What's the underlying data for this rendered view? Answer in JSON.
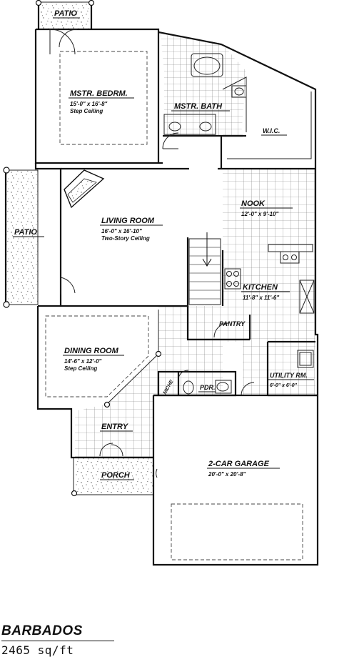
{
  "plan": {
    "name": "BARBADOS",
    "area": "2465 sq/ft"
  },
  "rooms": {
    "patio_top": {
      "label": "PATIO"
    },
    "master_bedroom": {
      "label": "MSTR. BEDRM.",
      "dims": "15'-0\" x 16'-8\"",
      "note": "Step Ceiling"
    },
    "master_bath": {
      "label": "MSTR. BATH"
    },
    "wic": {
      "label": "W.I.C."
    },
    "patio_left": {
      "label": "PATIO"
    },
    "living_room": {
      "label": "LIVING ROOM",
      "dims": "16'-0\" x 16'-10\"",
      "note": "Two-Story Ceiling"
    },
    "nook": {
      "label": "NOOK",
      "dims": "12'-0\" x 9'-10\""
    },
    "kitchen": {
      "label": "KITCHEN",
      "dims": "11'-8\" x 11'-6\""
    },
    "pantry": {
      "label": "PANTRY"
    },
    "dining_room": {
      "label": "DINING ROOM",
      "dims": "14'-6\" x 12'-0\"",
      "note": "Step Ceiling"
    },
    "niche": {
      "label": "NICHE"
    },
    "powder": {
      "label": "PDR."
    },
    "utility": {
      "label": "UTILITY RM.",
      "dims": "6'-0\" x 6'-0\""
    },
    "entry": {
      "label": "ENTRY"
    },
    "porch": {
      "label": "PORCH"
    },
    "garage": {
      "label": "2-CAR GARAGE",
      "dims": "20'-0\" x 20'-8\""
    }
  }
}
